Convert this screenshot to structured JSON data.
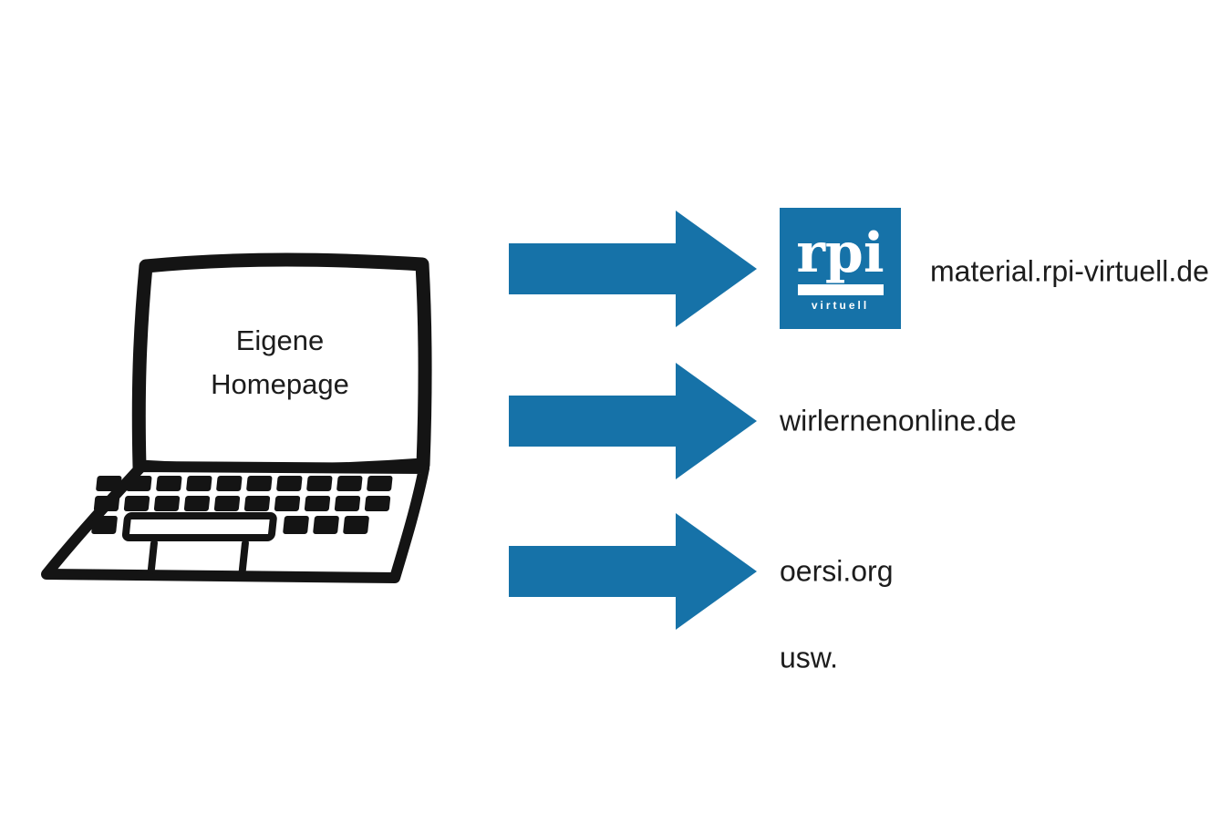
{
  "colors": {
    "arrow": "#1672a8",
    "logo_bg": "#1672a8",
    "text": "#1c1c1c"
  },
  "laptop": {
    "screen_line1": "Eigene",
    "screen_line2": "Homepage"
  },
  "logo": {
    "main": "rpi",
    "sub": "virtuell"
  },
  "targets": [
    {
      "name": "rpi-virtuell",
      "label": "material.rpi-virtuell.de"
    },
    {
      "name": "wirlernenonline",
      "label": "wirlernenonline.de"
    },
    {
      "name": "oersi",
      "label": "oersi.org"
    }
  ],
  "etc": {
    "label": "usw."
  }
}
